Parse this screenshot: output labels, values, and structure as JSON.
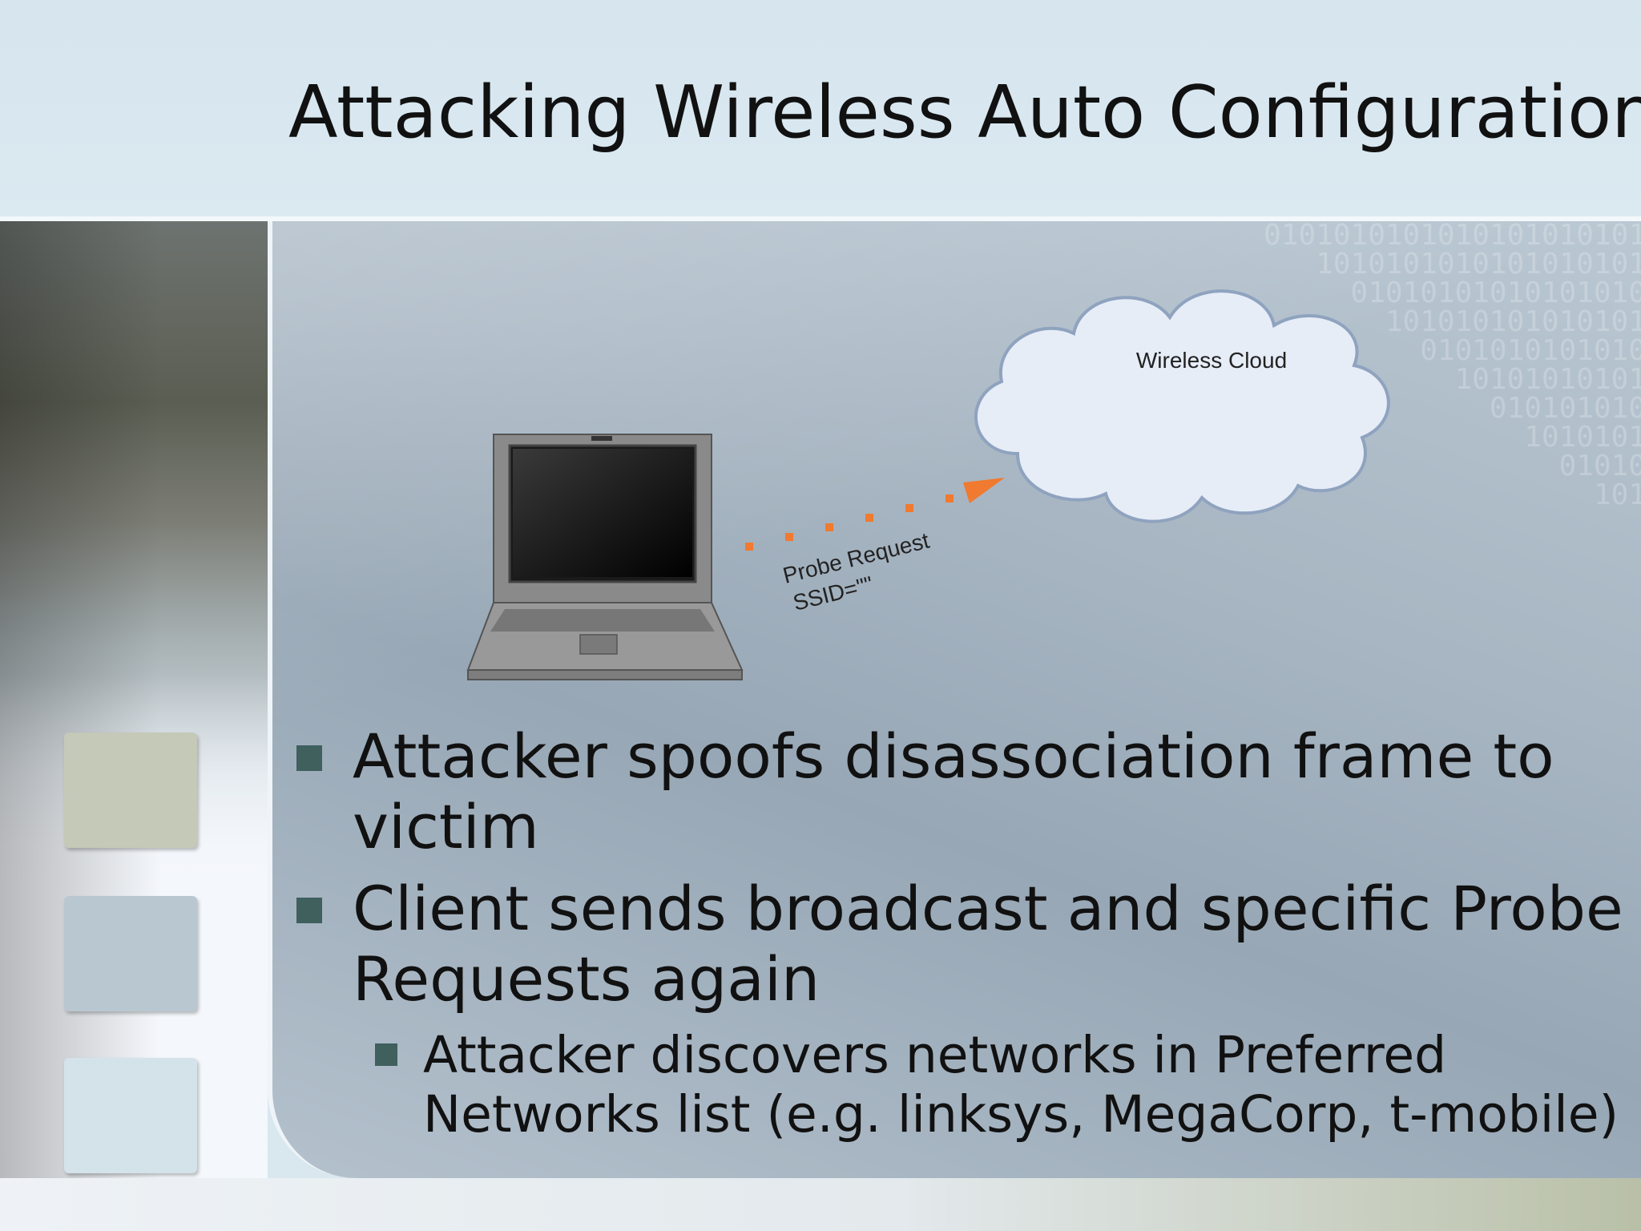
{
  "slide": {
    "title": "Attacking Wireless Auto Configuration"
  },
  "diagram": {
    "cloud_label": "Wireless Cloud",
    "probe_line1": "Probe Request",
    "probe_line2": "SSID=\"\""
  },
  "bullets": [
    {
      "text": "Attacker spoofs disassociation frame to victim",
      "level": 1
    },
    {
      "text": "Client sends broadcast and specific Probe Requests again",
      "level": 1
    },
    {
      "text": "Attacker discovers networks in Preferred Networks list (e.g. linksys, MegaCorp, t-mobile)",
      "level": 2
    }
  ],
  "colors": {
    "bullet_marker": "#3f605d",
    "arrow": "#f07a30",
    "swatch_1": "#c4c9b8",
    "swatch_2": "#b9c7d0",
    "swatch_3": "#d4e2ea"
  }
}
